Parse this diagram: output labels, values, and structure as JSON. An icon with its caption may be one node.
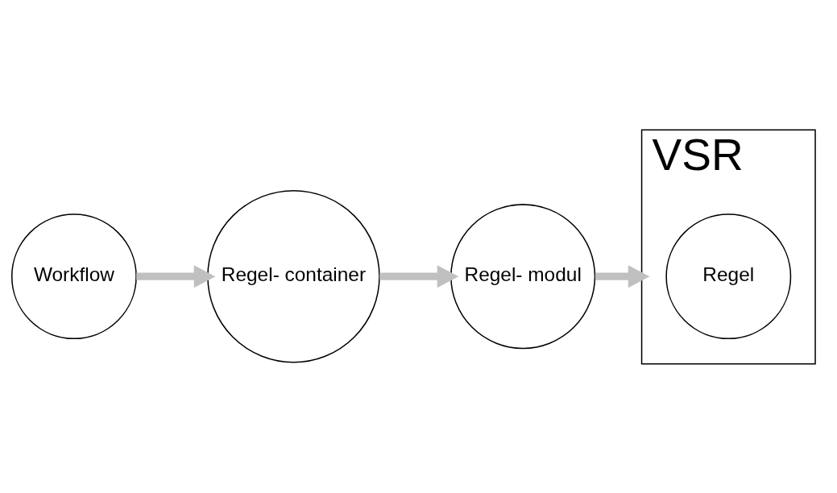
{
  "diagram": {
    "nodes": [
      {
        "text": [
          "VSR"
        ]
      },
      {
        "text": [
          "Regel"
        ],
        "in": 0
      },
      {
        "text": [
          "Workflow"
        ]
      },
      {
        "text": [
          "Regel- container"
        ]
      },
      {
        "text": [
          "Regel- modul"
        ]
      }
    ],
    "edges": [
      {
        "from": 2,
        "to": 3,
        "arrow": "to"
      },
      {
        "from": 3,
        "to": 4,
        "arrow": "to"
      },
      {
        "from": 4,
        "to": 0,
        "arrow": "to"
      }
    ]
  }
}
